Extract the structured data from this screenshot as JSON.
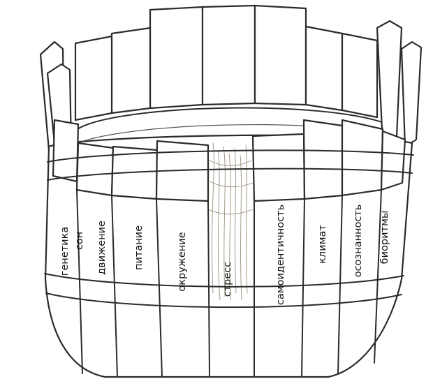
{
  "staves": [
    {
      "label": "генетика"
    },
    {
      "label": "сон"
    },
    {
      "label": "движение"
    },
    {
      "label": "питание"
    },
    {
      "label": "окружение"
    },
    {
      "label": "стресс"
    },
    {
      "label": "самоидентичность"
    },
    {
      "label": "климат"
    },
    {
      "label": "осознанность"
    },
    {
      "label": "биоритмы"
    }
  ],
  "colors": {
    "ink": "#2b2b2b",
    "background": "#ffffff",
    "hay": "#9a8f78"
  }
}
